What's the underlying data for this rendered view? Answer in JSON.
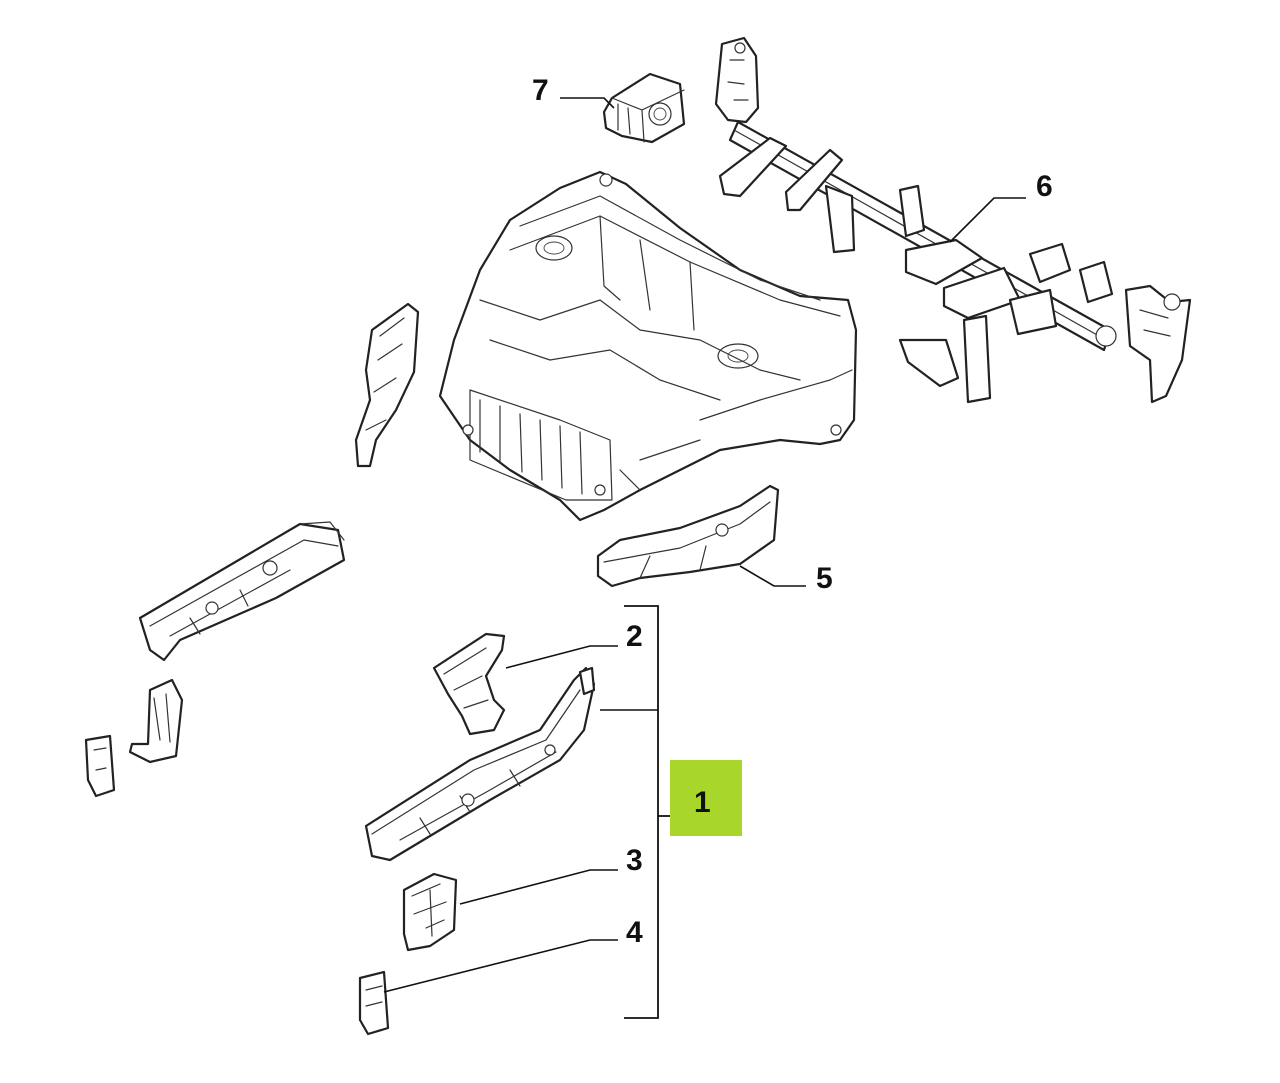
{
  "callouts": {
    "c1": "1",
    "c2": "2",
    "c3": "3",
    "c4": "4",
    "c5": "5",
    "c6": "6",
    "c7": "7"
  },
  "colors": {
    "highlight": "#a8d62a",
    "line": "#111111",
    "background": "#ffffff"
  },
  "highlighted_part": "1"
}
